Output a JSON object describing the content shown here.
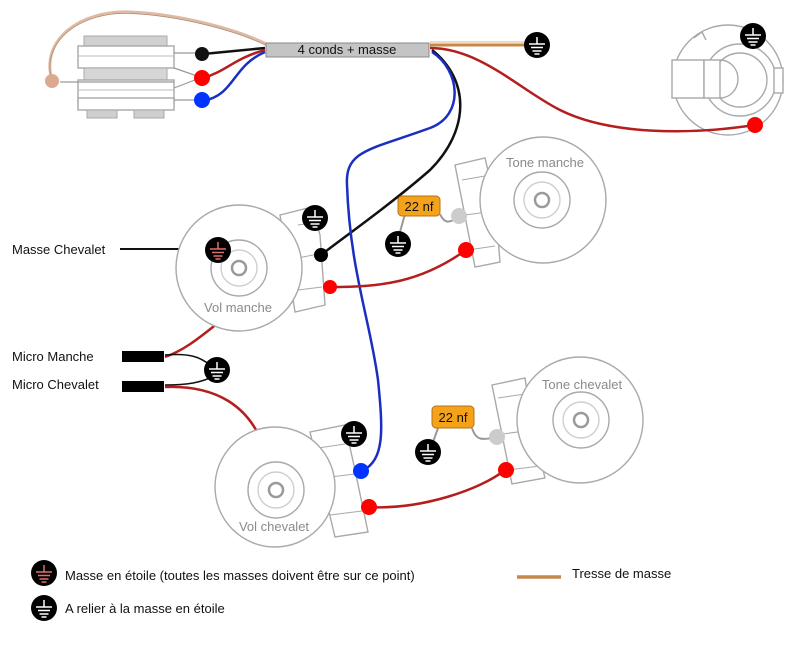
{
  "diagram": {
    "cable_label": "4 conds + masse",
    "labels": {
      "masse_chevalet": "Masse Chevalet",
      "micro_manche": "Micro Manche",
      "micro_chevalet": "Micro Chevalet"
    },
    "pots": {
      "vol_manche": "Vol manche",
      "tone_manche": "Tone manche",
      "vol_chevalet": "Vol chevalet",
      "tone_chevalet": "Tone chevalet"
    },
    "capacitors": [
      {
        "label": "22 nf"
      },
      {
        "label": "22 nf"
      }
    ],
    "legend": {
      "star_ground": "Masse en étoile (toutes les masses doivent être sur ce point)",
      "to_ground": "A relier à la masse en étoile",
      "braid": "Tresse de masse"
    },
    "icons": {
      "star_ground": "ground-star-icon",
      "ground": "ground-icon"
    },
    "colors": {
      "hot_wire": "#b51e1e",
      "black_wire": "#111111",
      "blue_wire": "#1a2fc0",
      "braid": "#c8874a",
      "pickup_braid": "#e0b9a3",
      "capacitor": "#f5a21b",
      "star_ground_lines": "#e07070",
      "node_red": "#ff0000",
      "node_blue": "#0033ff",
      "node_gray": "#cccccc",
      "outline": "#a9a9a9"
    }
  }
}
